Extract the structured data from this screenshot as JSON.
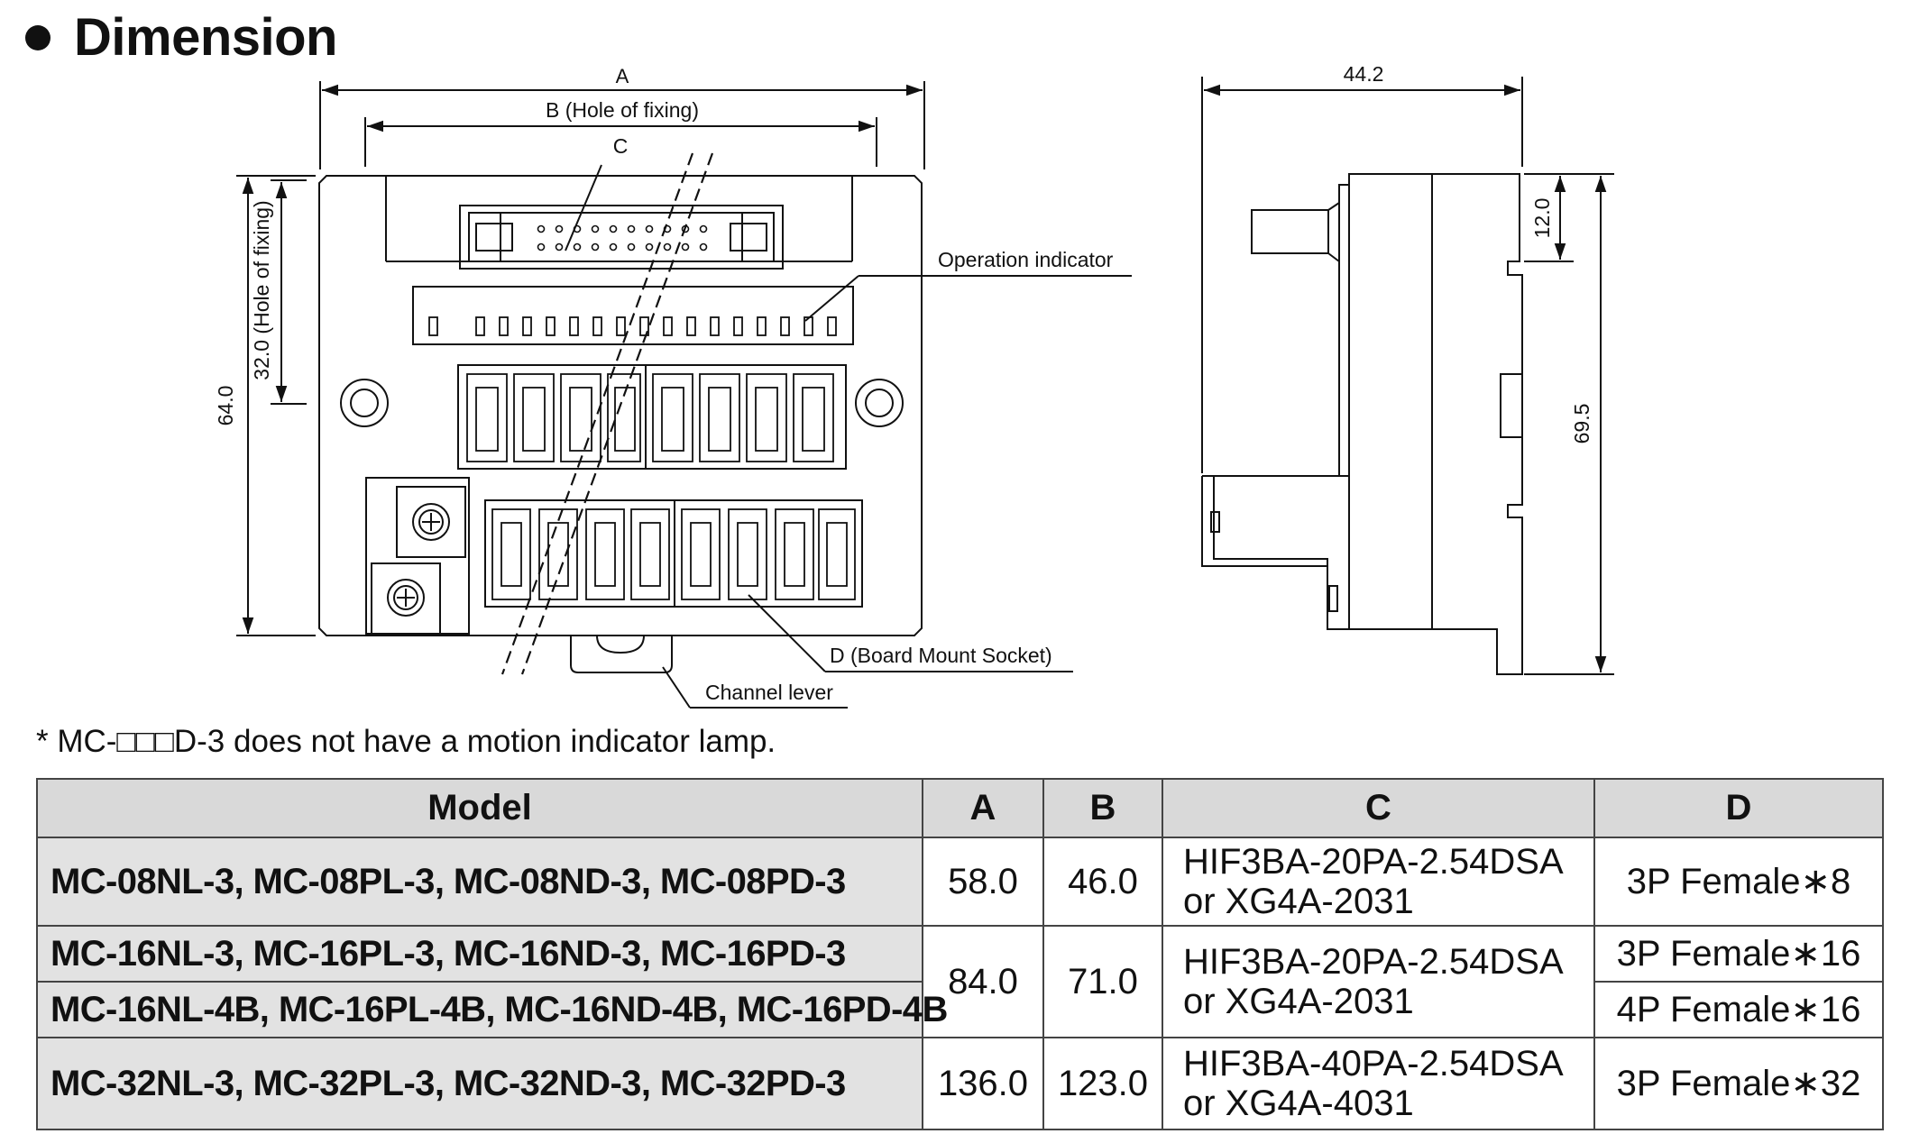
{
  "heading": {
    "title": "Dimension"
  },
  "front_view": {
    "dim_a": "A",
    "dim_b": "B (Hole of fixing)",
    "dim_c": "C",
    "dim_height": "64.0",
    "dim_hole_height": "32.0 (Hole of fixing)",
    "label_operation_indicator": "Operation indicator",
    "label_socket": "D (Board Mount Socket)",
    "label_channel_lever": "Channel lever"
  },
  "side_view": {
    "dim_width": "44.2",
    "dim_top": "12.0",
    "dim_height": "69.5"
  },
  "note": "* MC-□□□D-3 does not have a motion indicator lamp.",
  "table": {
    "headers": {
      "model": "Model",
      "a": "A",
      "b": "B",
      "c": "C",
      "d": "D"
    },
    "rows": [
      {
        "model": "MC-08NL-3, MC-08PL-3, MC-08ND-3, MC-08PD-3",
        "a": "58.0",
        "b": "46.0",
        "c_line1": "HIF3BA-20PA-2.54DSA",
        "c_line2": "or XG4A-2031",
        "d": "3P Female∗8"
      },
      {
        "model": "MC-16NL-3, MC-16PL-3, MC-16ND-3, MC-16PD-3",
        "a": "84.0",
        "b": "71.0",
        "c_line1": "HIF3BA-20PA-2.54DSA",
        "c_line2": "or XG4A-2031",
        "d": "3P Female∗16"
      },
      {
        "model": "MC-16NL-4B, MC-16PL-4B, MC-16ND-4B, MC-16PD-4B",
        "d": "4P Female∗16"
      },
      {
        "model": "MC-32NL-3, MC-32PL-3, MC-32ND-3, MC-32PD-3",
        "a": "136.0",
        "b": "123.0",
        "c_line1": "HIF3BA-40PA-2.54DSA",
        "c_line2": "or XG4A-4031",
        "d": "3P Female∗32"
      }
    ]
  }
}
